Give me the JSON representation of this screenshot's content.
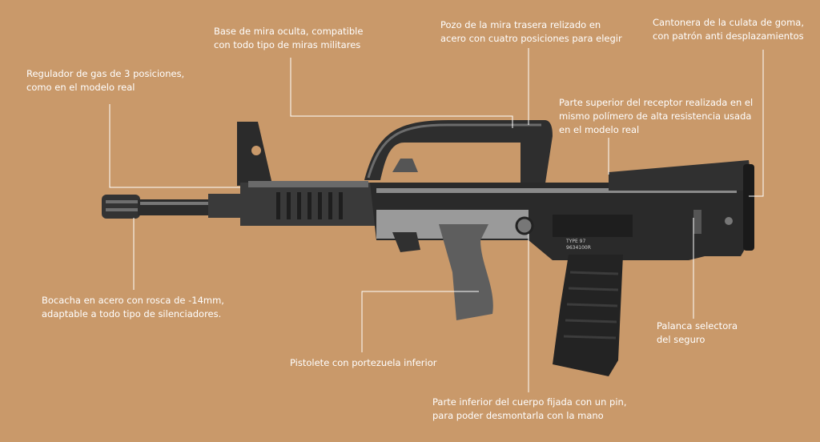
{
  "colors": {
    "background": "#c9996a",
    "label_text": "#ffffff",
    "leader_line": "#ffffff",
    "rifle_body": "#2a2a2a",
    "rifle_highlight": "#7a7a7a"
  },
  "callouts": {
    "gas_regulator": {
      "lines": [
        "Regulador de gas de 3 posiciones,",
        "como en el modelo real"
      ]
    },
    "sight_base": {
      "lines": [
        "Base de mira oculta, compatible",
        "con todo tipo de miras militares"
      ]
    },
    "rear_sight_well": {
      "lines": [
        "Pozo de la mira trasera relizado en",
        "acero con cuatro posiciones para elegir"
      ]
    },
    "buttplate": {
      "lines": [
        "Cantonera de la culata de goma,",
        "con patrón anti desplazamientos"
      ]
    },
    "receiver_top": {
      "lines": [
        "Parte superior del receptor realizada en el",
        "mismo polímero de alta resistencia usada",
        "en el modelo real"
      ]
    },
    "muzzle": {
      "lines": [
        "Bocacha en acero con rosca de -14mm,",
        "adaptable a todo tipo de silenciadores."
      ]
    },
    "pistol_grip": {
      "lines": [
        "Pistolete con portezuela inferior"
      ]
    },
    "lower_body": {
      "lines": [
        "Parte inferior del cuerpo fijada con un pin,",
        "para poder desmontarla con la mano"
      ]
    },
    "safety_selector": {
      "lines": [
        "Palanca selectora",
        "del seguro"
      ]
    }
  },
  "rifle": {
    "marking": [
      "TYPE 97",
      "9634100R"
    ]
  }
}
